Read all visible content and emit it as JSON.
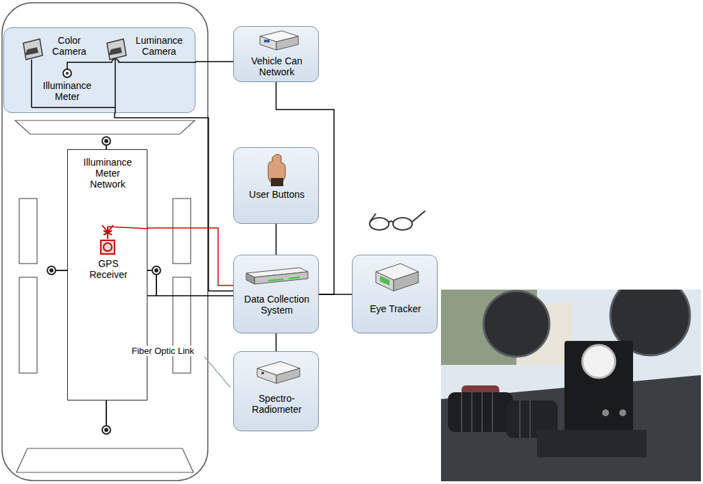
{
  "diagram": {
    "nodes": [
      {
        "text": [
          "Color Camera",
          "Luminance Camera",
          "Illuminance Meter"
        ]
      },
      {
        "text": [
          "Illuminance Meter Network",
          "GPS Receiver"
        ]
      },
      {
        "text": [
          "Vehicle Can Network"
        ]
      },
      {
        "text": [
          "User Buttons"
        ]
      },
      {
        "text": [
          "Data Collection System"
        ]
      },
      {
        "text": [
          "Eye Tracker"
        ]
      },
      {
        "text": [
          "Spectro- Radiometer"
        ]
      }
    ],
    "edges": [
      {
        "from": 0,
        "to": 2,
        "arrow": "none"
      },
      {
        "from": 2,
        "to": 4,
        "arrow": "none"
      },
      {
        "from": 3,
        "to": 4,
        "arrow": "none"
      },
      {
        "from": 4,
        "to": 5,
        "arrow": "none"
      },
      {
        "from": 4,
        "to": 6,
        "arrow": "none"
      },
      {
        "from": 0,
        "to": 4,
        "arrow": "none"
      },
      {
        "from": 1,
        "to": 4,
        "arrow": "none"
      },
      {
        "from": 1,
        "to": 4,
        "arrow": "none"
      }
    ],
    "labels": [
      "Fiber Optic Link"
    ]
  }
}
